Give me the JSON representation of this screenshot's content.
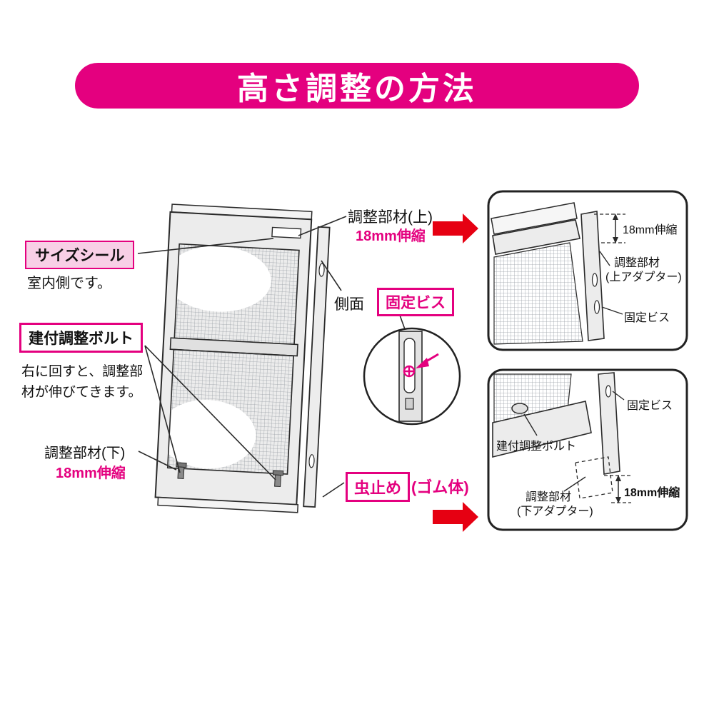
{
  "banner": {
    "title": "高さ調整の方法"
  },
  "colors": {
    "magenta": "#e4007f",
    "red": "#e60012",
    "line": "#2a2a2a",
    "frame_fill": "#ececec",
    "pink_fill": "#f8cfe6"
  },
  "left": {
    "size_seal": "サイズシール",
    "indoor": "室内側です。",
    "bolt_box": "建付調整ボルト",
    "note_line1": "右に回すと、調整部",
    "note_line2": "材が伸びてきます。",
    "lower_part": "調整部材(下)",
    "lower_stretch": "18mm伸縮"
  },
  "center": {
    "upper_part": "調整部材(上)",
    "upper_stretch": "18mm伸縮",
    "side": "側面",
    "screw_box": "固定ビス",
    "bug_box": "虫止め",
    "rubber": "(ゴム体)"
  },
  "detail_top": {
    "stretch": "18mm伸縮",
    "part_line1": "調整部材",
    "part_line2": "(上アダプター)",
    "screw": "固定ビス"
  },
  "detail_bottom": {
    "screw": "固定ビス",
    "bolt": "建付調整ボルト",
    "part_line1": "調整部材",
    "part_line2": "(下アダプター)",
    "stretch": "18mm伸縮"
  }
}
